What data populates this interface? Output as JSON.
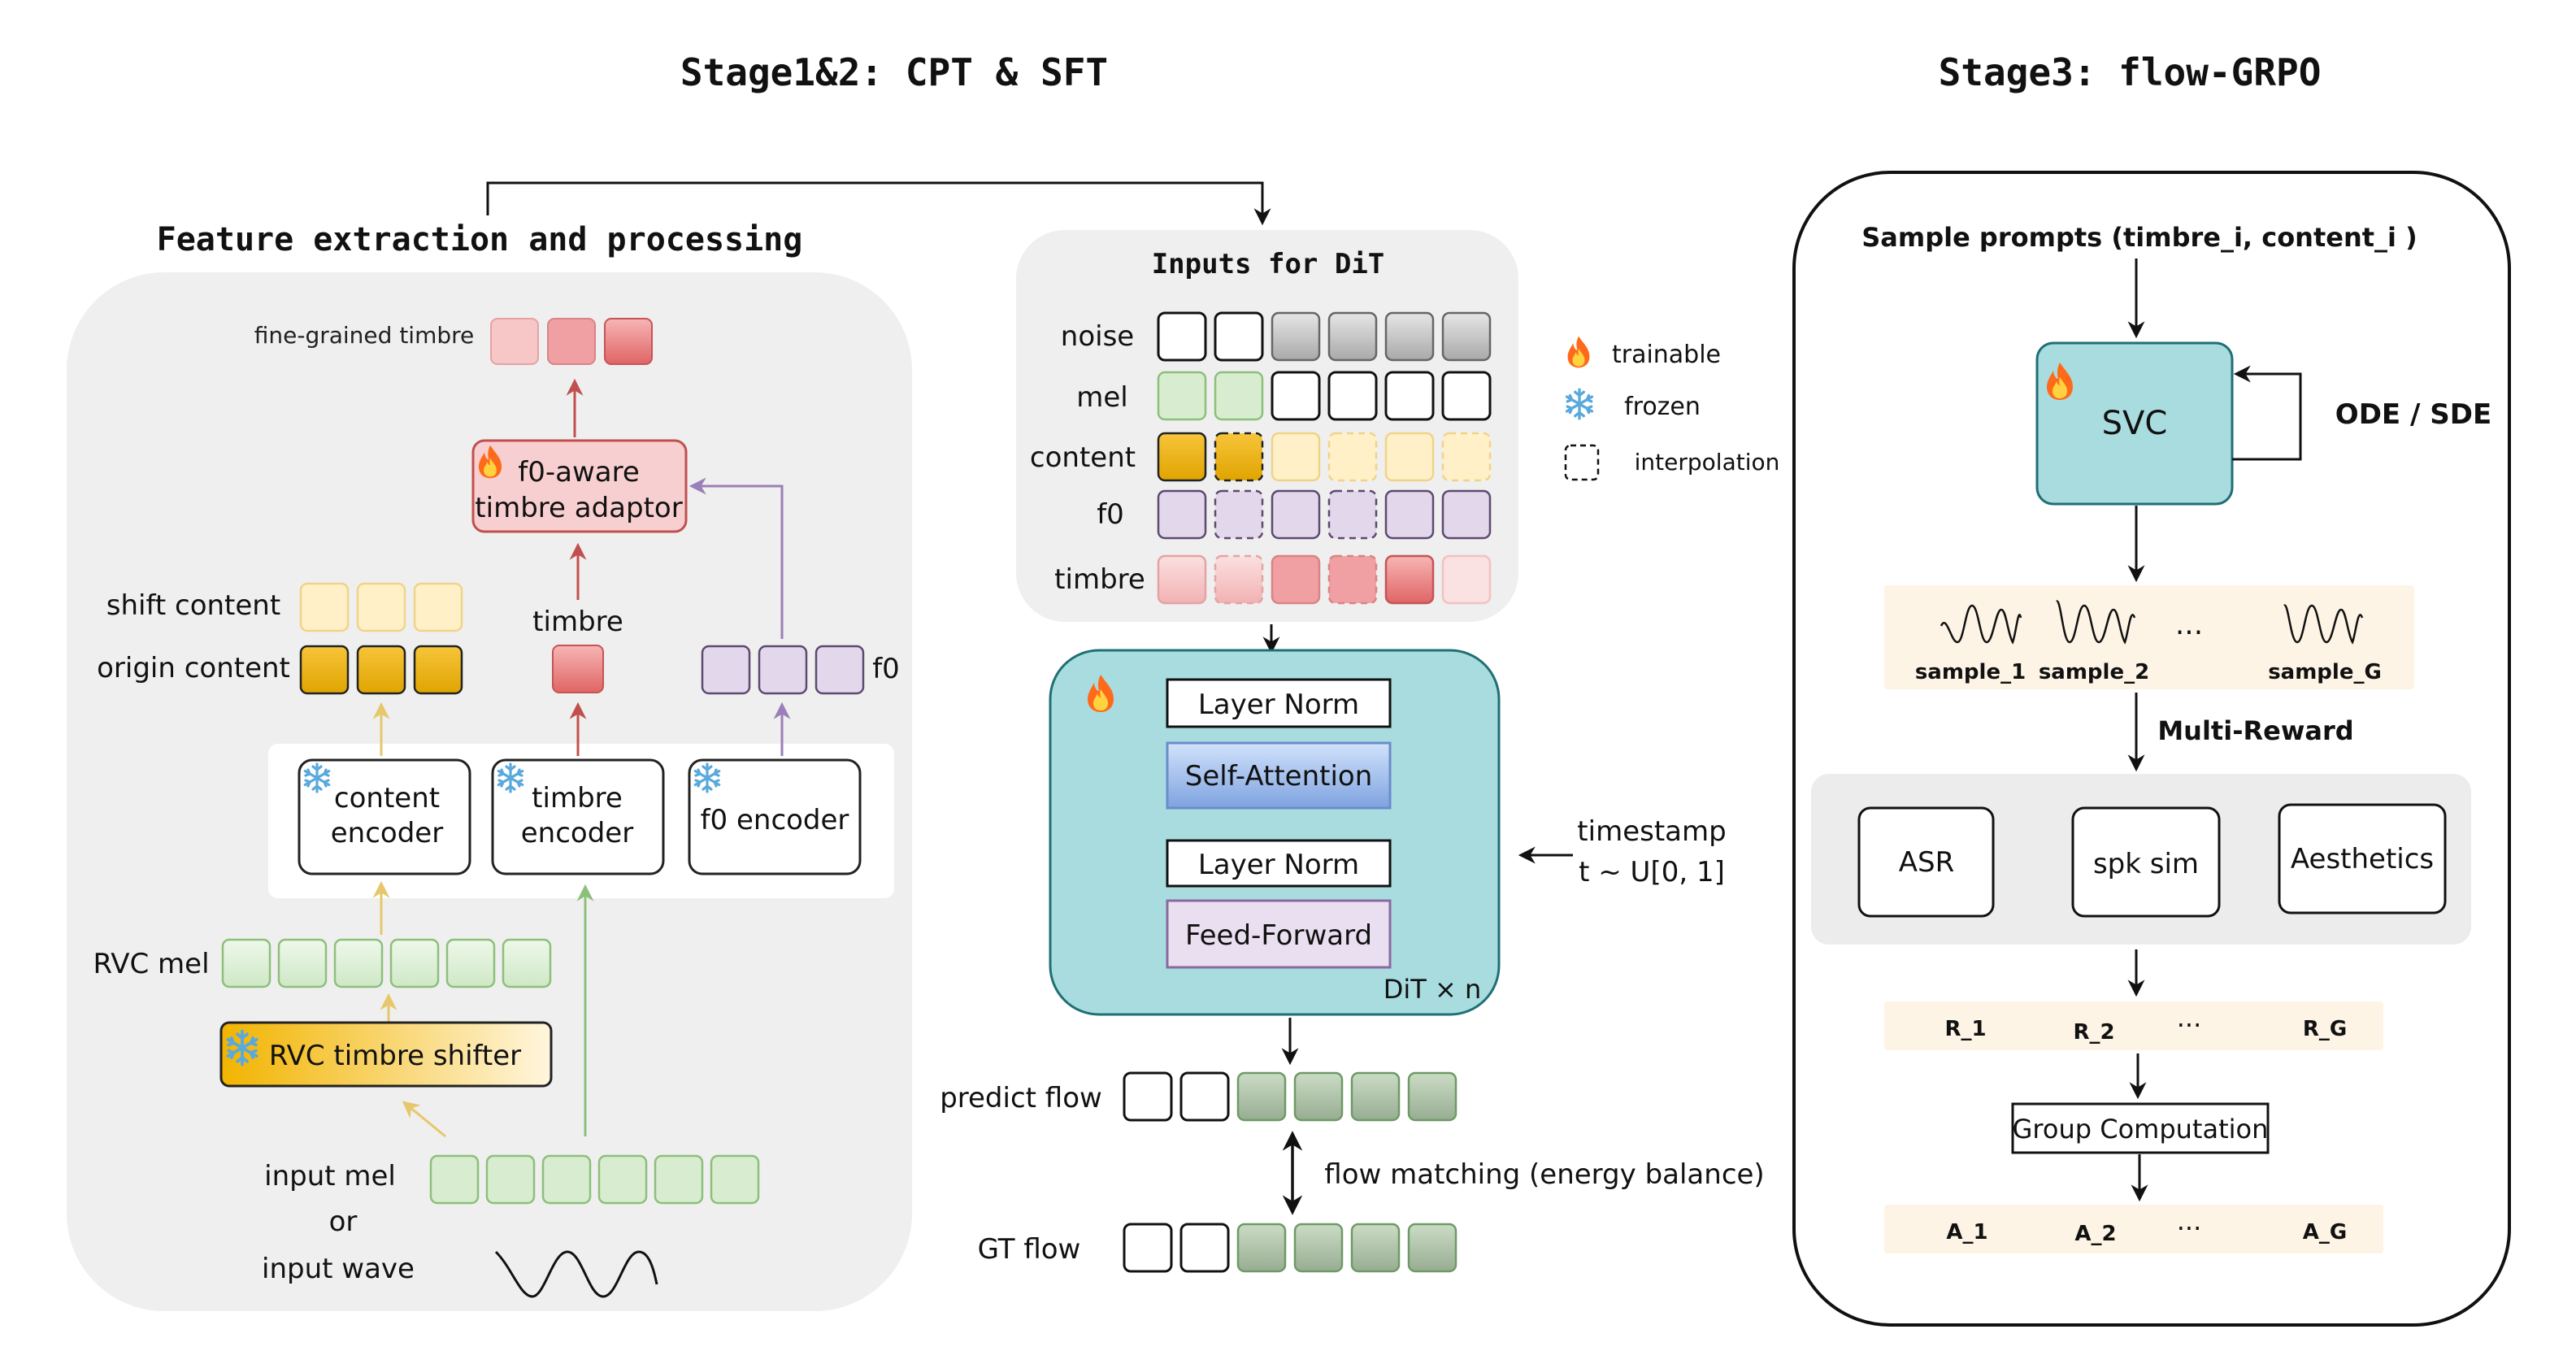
{
  "titles": {
    "stage12": "Stage1&2: CPT & SFT",
    "stage3": "Stage3: flow-GRPO"
  },
  "feature": {
    "heading": "Feature extraction and processing",
    "fine_grained_timbre": "fine-grained timbre",
    "adaptor_line1": "f0-aware",
    "adaptor_line2": "timbre adaptor",
    "shift_content": "shift content",
    "origin_content": "origin content",
    "timbre": "timbre",
    "f0": "f0",
    "content_encoder_line1": "content",
    "content_encoder_line2": "encoder",
    "timbre_encoder_line1": "timbre",
    "timbre_encoder_line2": "encoder",
    "f0_encoder": "f0 encoder",
    "rvc_mel": "RVC mel",
    "rvc_shifter": "RVC timbre shifter",
    "input_mel": "input mel",
    "or": "or",
    "input_wave": "input wave"
  },
  "dit_inputs": {
    "heading": "Inputs for DiT",
    "rows": [
      "noise",
      "mel",
      "content",
      "f0",
      "timbre"
    ]
  },
  "legend": {
    "trainable": "trainable",
    "frozen": "frozen",
    "interpolation": "interpolation"
  },
  "dit_block": {
    "layer_norm_1": "Layer Norm",
    "self_attention": "Self-Attention",
    "layer_norm_2": "Layer Norm",
    "feed_forward": "Feed-Forward",
    "repeat": "DiT × n",
    "timestamp_line1": "timestamp",
    "timestamp_line2": "t ~ U[0, 1]"
  },
  "flow": {
    "predict": "predict flow",
    "gt": "GT flow",
    "matching": "flow matching (energy balance)"
  },
  "grpo": {
    "sample_prompts": "Sample prompts (timbre_i, content_i )",
    "svc": "SVC",
    "ode_sde": "ODE / SDE",
    "samples": [
      "sample_1",
      "sample_2",
      "sample_G"
    ],
    "dots": "···",
    "multi_reward": "Multi-Reward",
    "rewards": [
      "ASR",
      "spk sim",
      "Aesthetics"
    ],
    "r_values": [
      "R_1",
      "R_2",
      "R_G"
    ],
    "group_computation": "Group Computation",
    "a_values": [
      "A_1",
      "A_2",
      "A_G"
    ]
  },
  "colors": {
    "panel_gray": "#efefef",
    "teal": "#a8dcdf",
    "green_cell": "#dcefd6",
    "gold_cell": "#f0b400",
    "light_gold": "#fff1c9",
    "purple_cell": "#e3d7ec",
    "red_cell": "#f0868a",
    "pink_cell": "#f6c8c9",
    "arrow_gold": "#e6c76b",
    "arrow_red": "#c0504d",
    "arrow_purple": "#9b7fb8",
    "arrow_green": "#8cc07a"
  },
  "icons": {
    "trainable": "fire-icon",
    "frozen": "snowflake-icon"
  }
}
